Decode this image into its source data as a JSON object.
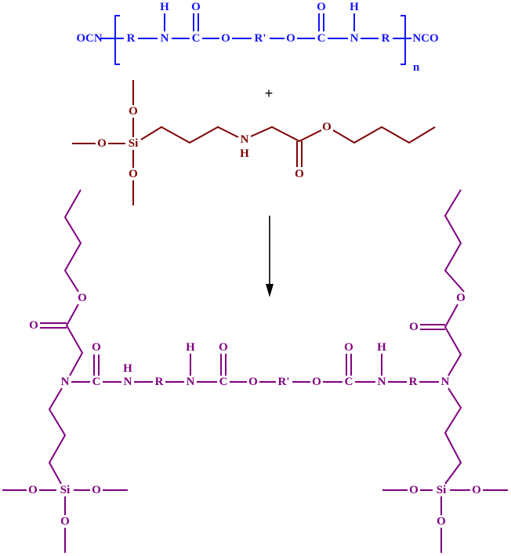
{
  "colors": {
    "polyurethane_prepolymer": "#1414ff",
    "aminosilane": "#7f0000",
    "product": "#800080"
  },
  "reactant_1": {
    "atoms": [
      "OCN",
      "R",
      "N",
      "H",
      "C",
      "O",
      "O",
      "R'",
      "O",
      "C",
      "O",
      "N",
      "H",
      "R",
      "NCO",
      "n"
    ]
  },
  "operator": "+",
  "reactant_2": {
    "atoms": [
      "O",
      "Si",
      "O",
      "O",
      "N",
      "H",
      "O",
      "O"
    ]
  },
  "product": {
    "atoms": [
      "O",
      "O",
      "N",
      "C",
      "O",
      "N",
      "H",
      "R",
      "N",
      "H",
      "C",
      "O",
      "O",
      "R'",
      "O",
      "C",
      "O",
      "N",
      "H",
      "R",
      "N",
      "O",
      "O",
      "Si",
      "O",
      "O",
      "O",
      "Si",
      "O",
      "O",
      "O"
    ]
  }
}
